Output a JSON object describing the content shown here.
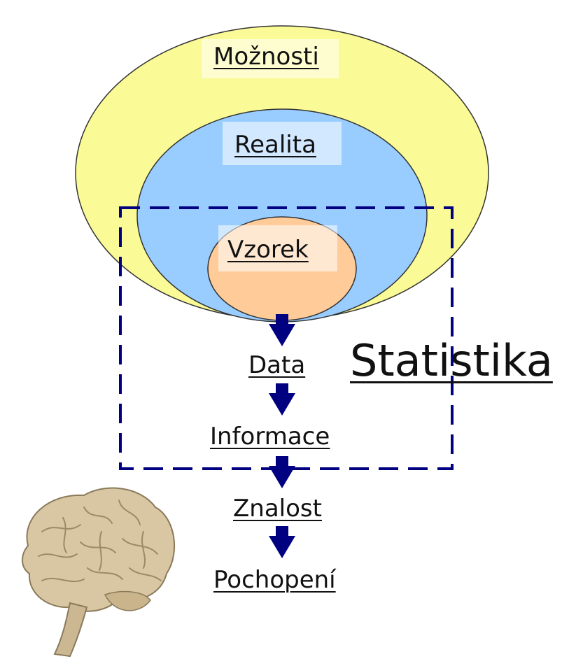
{
  "labels": {
    "possibilities": "Možnosti",
    "reality": "Realita",
    "sample": "Vzorek",
    "data": "Data",
    "information": "Informace",
    "knowledge": "Znalost",
    "understanding": "Pochopení",
    "statistics": "Statistika"
  },
  "colors": {
    "possibilities_fill": "#fafa96",
    "reality_fill": "#99ccff",
    "sample_fill": "#ffcc99",
    "arrow": "#000080",
    "dashed_frame": "#000080",
    "brain": "#d9c7a3"
  },
  "icons": [
    "brain-illustration"
  ]
}
